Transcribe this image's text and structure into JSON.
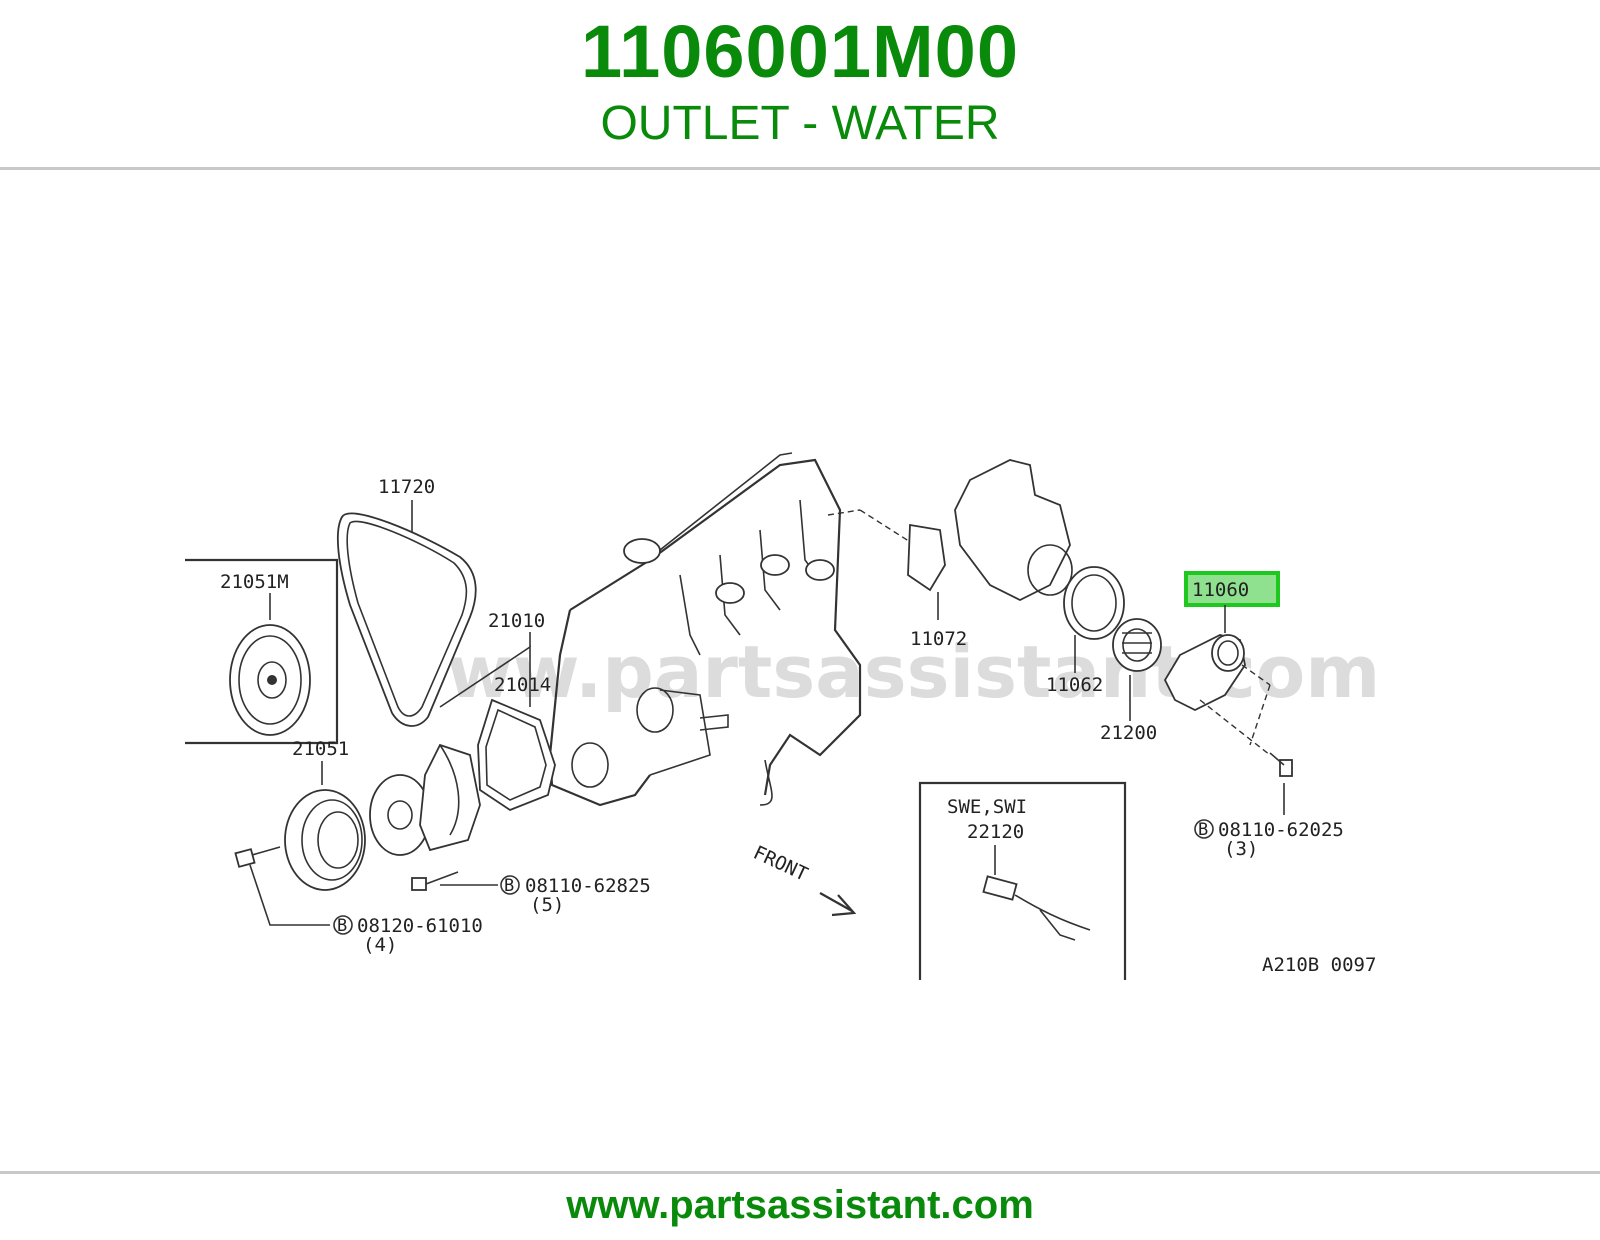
{
  "header": {
    "part_number": "1106001M00",
    "part_name": "OUTLET - WATER"
  },
  "diagram": {
    "watermark": "www.partsassistant.com",
    "reference_code": "A210B 0097",
    "front_label": "FRONT",
    "highlighted_part": "11060",
    "callouts": {
      "c11720": "11720",
      "c21051m": "21051M",
      "c21010": "21010",
      "c21014": "21014",
      "c21051": "21051",
      "c11072": "11072",
      "c11062": "11062",
      "c21200": "21200",
      "c11060": "11060",
      "c22120": "22120",
      "c22120_variant": "SWE,SWI",
      "bolt1_code": "08120-61010",
      "bolt1_qty": "(4)",
      "bolt2_code": "08110-62825",
      "bolt2_qty": "(5)",
      "bolt3_code": "08110-62025",
      "bolt3_qty": "(3)",
      "bolt_marker": "B"
    }
  },
  "footer": {
    "url": "www.partsassistant.com"
  },
  "colors": {
    "brand_green": "#0a8a0a",
    "highlight_fill": "#8fe08f",
    "highlight_border": "#1fc81f"
  }
}
